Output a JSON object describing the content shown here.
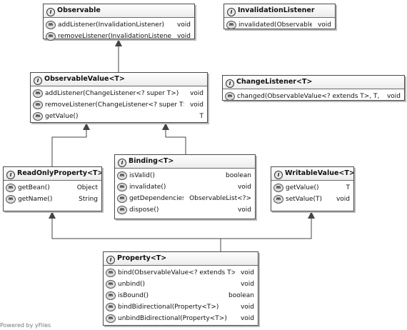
{
  "boxes": {
    "observable": {
      "name": "Observable",
      "members": [
        {
          "name": "addListener(InvalidationListener)",
          "type": "void"
        },
        {
          "name": "removeListener(InvalidationListener)",
          "type": "void"
        }
      ]
    },
    "invalidation_listener": {
      "name": "InvalidationListener",
      "members": [
        {
          "name": "invalidated(Observable)",
          "type": "void"
        }
      ]
    },
    "observable_value": {
      "name": "ObservableValue<T>",
      "members": [
        {
          "name": "addListener(ChangeListener<? super T>)",
          "type": "void"
        },
        {
          "name": "removeListener(ChangeListener<? super T>)",
          "type": "void"
        },
        {
          "name": "getValue()",
          "type": "T"
        }
      ]
    },
    "change_listener": {
      "name": "ChangeListener<T>",
      "members": [
        {
          "name": "changed(ObservableValue<? extends T>, T, T)",
          "type": "void"
        }
      ]
    },
    "readonly_property": {
      "name": "ReadOnlyProperty<T>",
      "members": [
        {
          "name": "getBean()",
          "type": "Object"
        },
        {
          "name": "getName()",
          "type": "String"
        }
      ]
    },
    "binding": {
      "name": "Binding<T>",
      "members": [
        {
          "name": "isValid()",
          "type": "boolean"
        },
        {
          "name": "invalidate()",
          "type": "void"
        },
        {
          "name": "getDependencies()",
          "type": "ObservableList<?>"
        },
        {
          "name": "dispose()",
          "type": "void"
        }
      ]
    },
    "writable_value": {
      "name": "WritableValue<T>",
      "members": [
        {
          "name": "getValue()",
          "type": "T"
        },
        {
          "name": "setValue(T)",
          "type": "void"
        }
      ]
    },
    "property": {
      "name": "Property<T>",
      "members": [
        {
          "name": "bind(ObservableValue<? extends T>)",
          "type": "void"
        },
        {
          "name": "unbind()",
          "type": "void"
        },
        {
          "name": "isBound()",
          "type": "boolean"
        },
        {
          "name": "bindBidirectional(Property<T>)",
          "type": "void"
        },
        {
          "name": "unbindBidirectional(Property<T>)",
          "type": "void"
        }
      ]
    }
  },
  "icons": {
    "interface": "interface-icon",
    "method": "method-icon"
  },
  "watermark": "Powered by yFiles"
}
